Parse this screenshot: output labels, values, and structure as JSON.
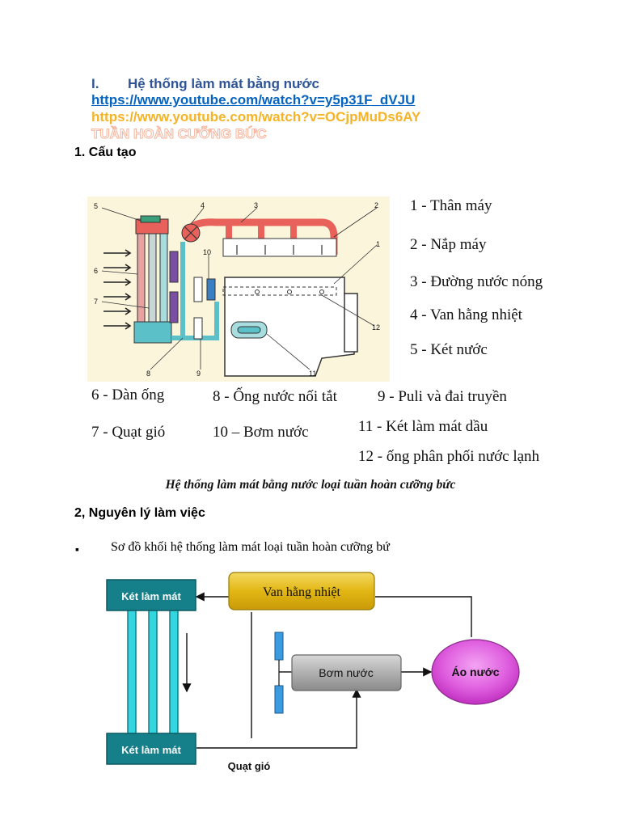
{
  "heading": {
    "number": "I.",
    "title": "Hệ thống làm mát bằng nước"
  },
  "links": [
    "https://www.youtube.com/watch?v=y5p31F_dVJU",
    "https://www.youtube.com/watch?v=OCjpMuDs6AY"
  ],
  "outline_heading": "TUẦN HOÀN CƯỠNG BỨC",
  "section1": "1. Cấu tạo",
  "engine_diagram": {
    "callouts": [
      "1",
      "2",
      "3",
      "4",
      "5",
      "6",
      "7",
      "8",
      "9",
      "10",
      "11",
      "12"
    ],
    "colors": {
      "hot": "#e8615a",
      "hot_light": "#f3b3ad",
      "cool": "#5cc0c8",
      "cool_light": "#a8dde0",
      "bg": "#fbf5dc",
      "fan": "#7a4fa3",
      "pump": "#3a7fc1"
    }
  },
  "legend": {
    "right": [
      "1 - Thân máy",
      "2 - Nắp máy",
      "3 - Đường nước nóng",
      "4 - Van hằng nhiệt",
      "5 - Két nước"
    ],
    "row1": [
      "6 - Dàn ống",
      "8 - Ống nước nối tắt",
      "9 - Puli và đai truyền"
    ],
    "row2": [
      "7 - Quạt gió",
      "10 – Bơm nước",
      "11 - Két làm mát dầu"
    ],
    "row3": "12 - ống phân phối nước lạnh"
  },
  "caption": "Hệ thống làm mát bằng nước loại tuần hoàn cưỡng bức",
  "section2": "2, Nguyên lý làm việc",
  "bullet": {
    "symbol": "▪",
    "text": "Sơ đồ khối hệ thống làm mát loại tuần hoàn cưỡng bứ"
  },
  "flow_diagram": {
    "top_box": "Két làm mát",
    "bottom_box": "Két làm mát",
    "thermostat": "Van hằng nhiệt",
    "pump": "Bơm nước",
    "jacket": "Áo nước",
    "fan": "Quạt gió",
    "colors": {
      "radiator": "#157f8a",
      "radiator_tube": "#33d6df",
      "thermostat": "#e2b714",
      "pump": "#a8a8a8",
      "jacket": "#e060e0",
      "fan": "#3b9be0"
    }
  }
}
